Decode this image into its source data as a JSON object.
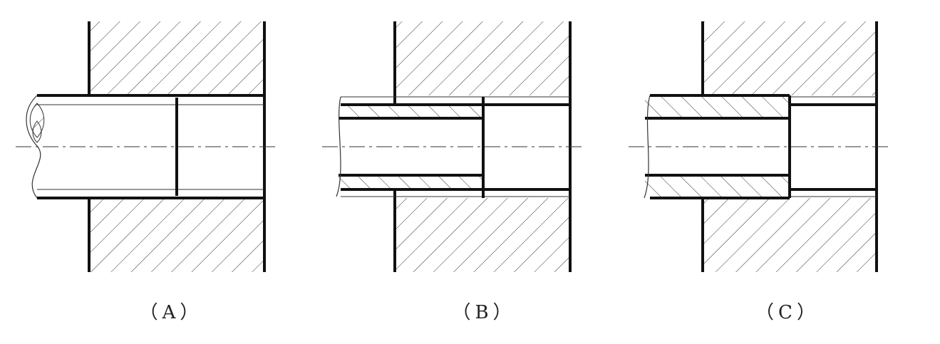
{
  "figures": [
    {
      "id": "A",
      "caption": "（A）"
    },
    {
      "id": "B",
      "caption": "（B）"
    },
    {
      "id": "C",
      "caption": "（C）"
    }
  ],
  "colors": {
    "line": "#111111",
    "hatch": "#333333",
    "background": "#ffffff"
  }
}
